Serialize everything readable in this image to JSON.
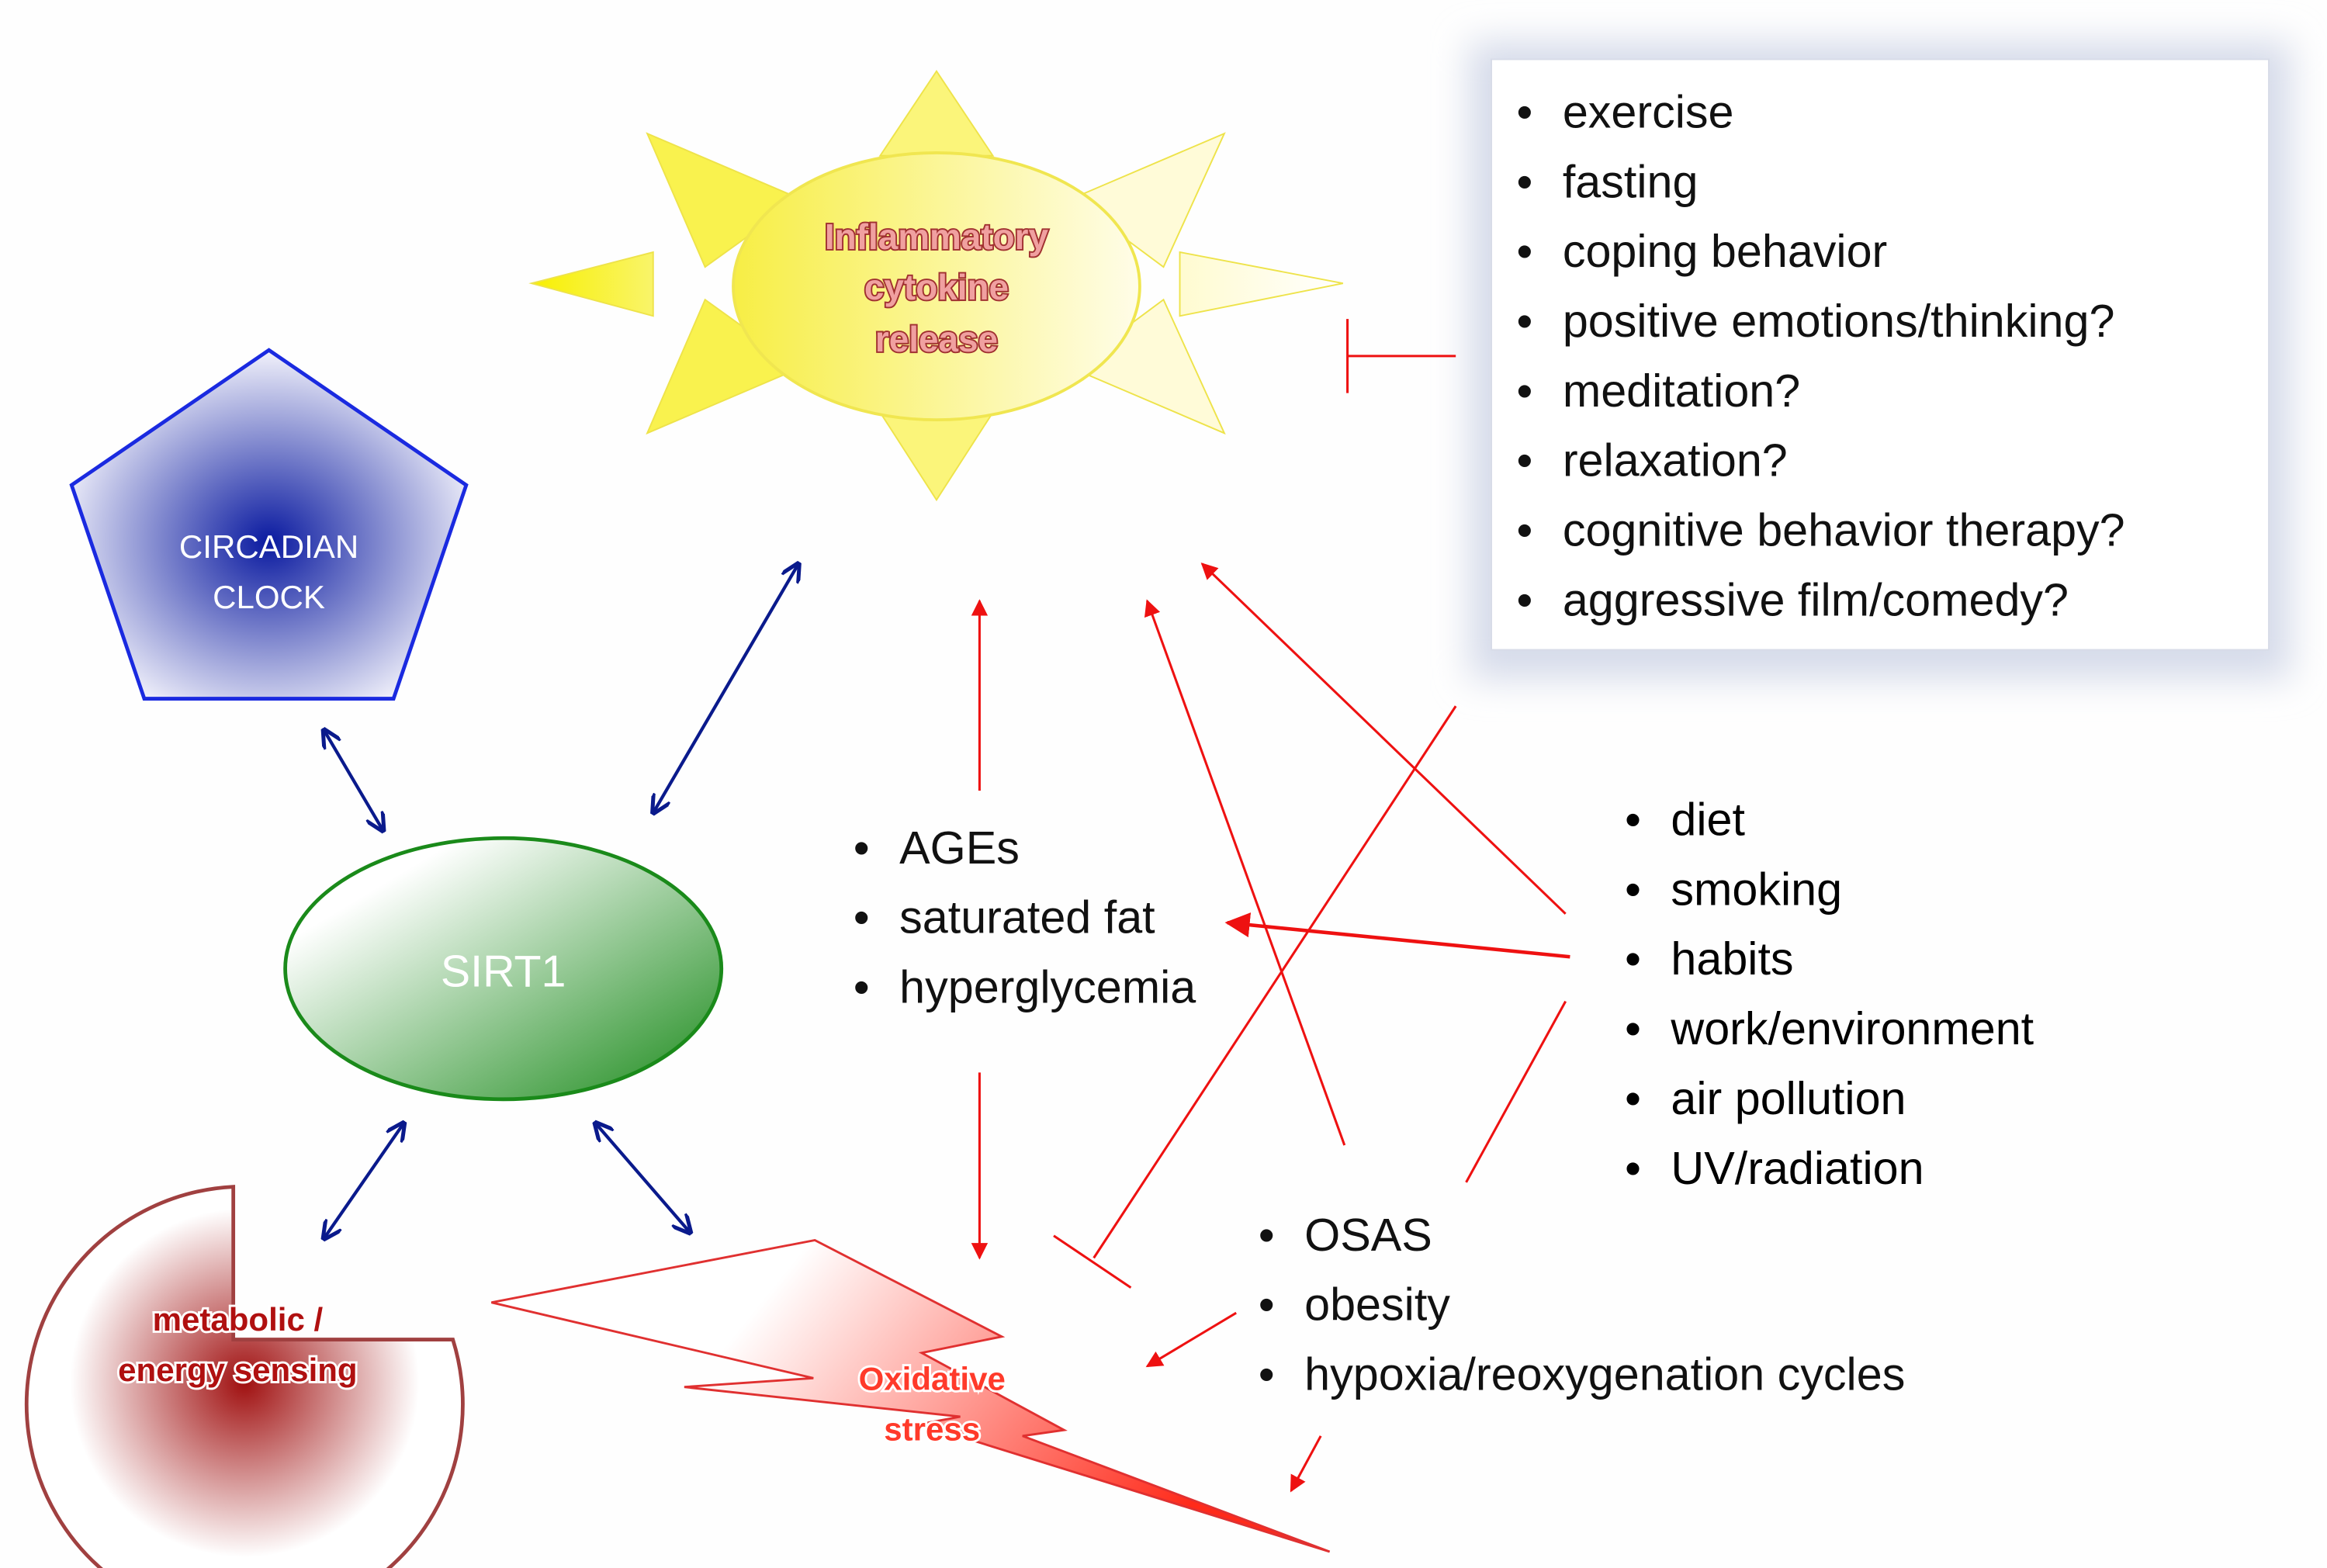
{
  "nodes": {
    "inflammation": {
      "lines": [
        "Inflammatory",
        "cytokine",
        "release"
      ],
      "fill": "#f7f06a",
      "text_color": "#e08a8a"
    },
    "circadian": {
      "lines": [
        "CIRCADIAN",
        "CLOCK"
      ],
      "fill": "#1a25a8",
      "text_color": "#ffffff"
    },
    "sirt1": {
      "label": "SIRT1",
      "fill": "#2e9a2e",
      "text_color": "#ffffff"
    },
    "metabolic": {
      "lines": [
        "metabolic /",
        "energy sensing"
      ],
      "fill": "#a01818",
      "text_color": "#c0141a"
    },
    "oxidative": {
      "lines": [
        "Oxidative",
        "stress"
      ],
      "fill": "#ff3a2a",
      "text_color": "#ff3a2a"
    }
  },
  "lists": {
    "protective": [
      "exercise",
      "fasting",
      "coping behavior",
      "positive emotions/thinking?",
      "meditation?",
      "relaxation?",
      "cognitive behavior therapy?",
      "aggressive film/comedy?"
    ],
    "metabolic_factors": [
      "AGEs",
      "saturated fat",
      "hyperglycemia"
    ],
    "lifestyle": [
      "diet",
      "smoking",
      "habits",
      "work/environment",
      "air pollution",
      "UV/radiation"
    ],
    "sleep_factors": [
      "OSAS",
      "obesity",
      "hypoxia/reoxygenation cycles"
    ]
  },
  "bullet": "•",
  "colors": {
    "blue_arrow": "#0a1a8c",
    "red_arrow": "#ee1111"
  }
}
